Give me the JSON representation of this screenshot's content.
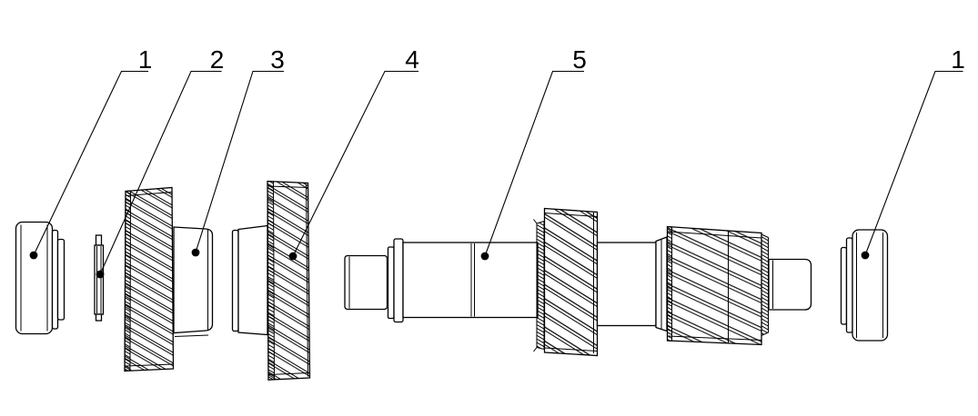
{
  "diagram": {
    "kind": "exploded-assembly-technical-drawing",
    "background": "#ffffff",
    "line_color": "#000000",
    "callouts": [
      {
        "label": "1",
        "part": "rolling-bearing-left"
      },
      {
        "label": "2",
        "part": "key"
      },
      {
        "label": "3",
        "part": "helical-gear-small"
      },
      {
        "label": "4",
        "part": "helical-gear-large"
      },
      {
        "label": "5",
        "part": "gear-shaft"
      },
      {
        "label": "1",
        "part": "rolling-bearing-right"
      }
    ]
  }
}
